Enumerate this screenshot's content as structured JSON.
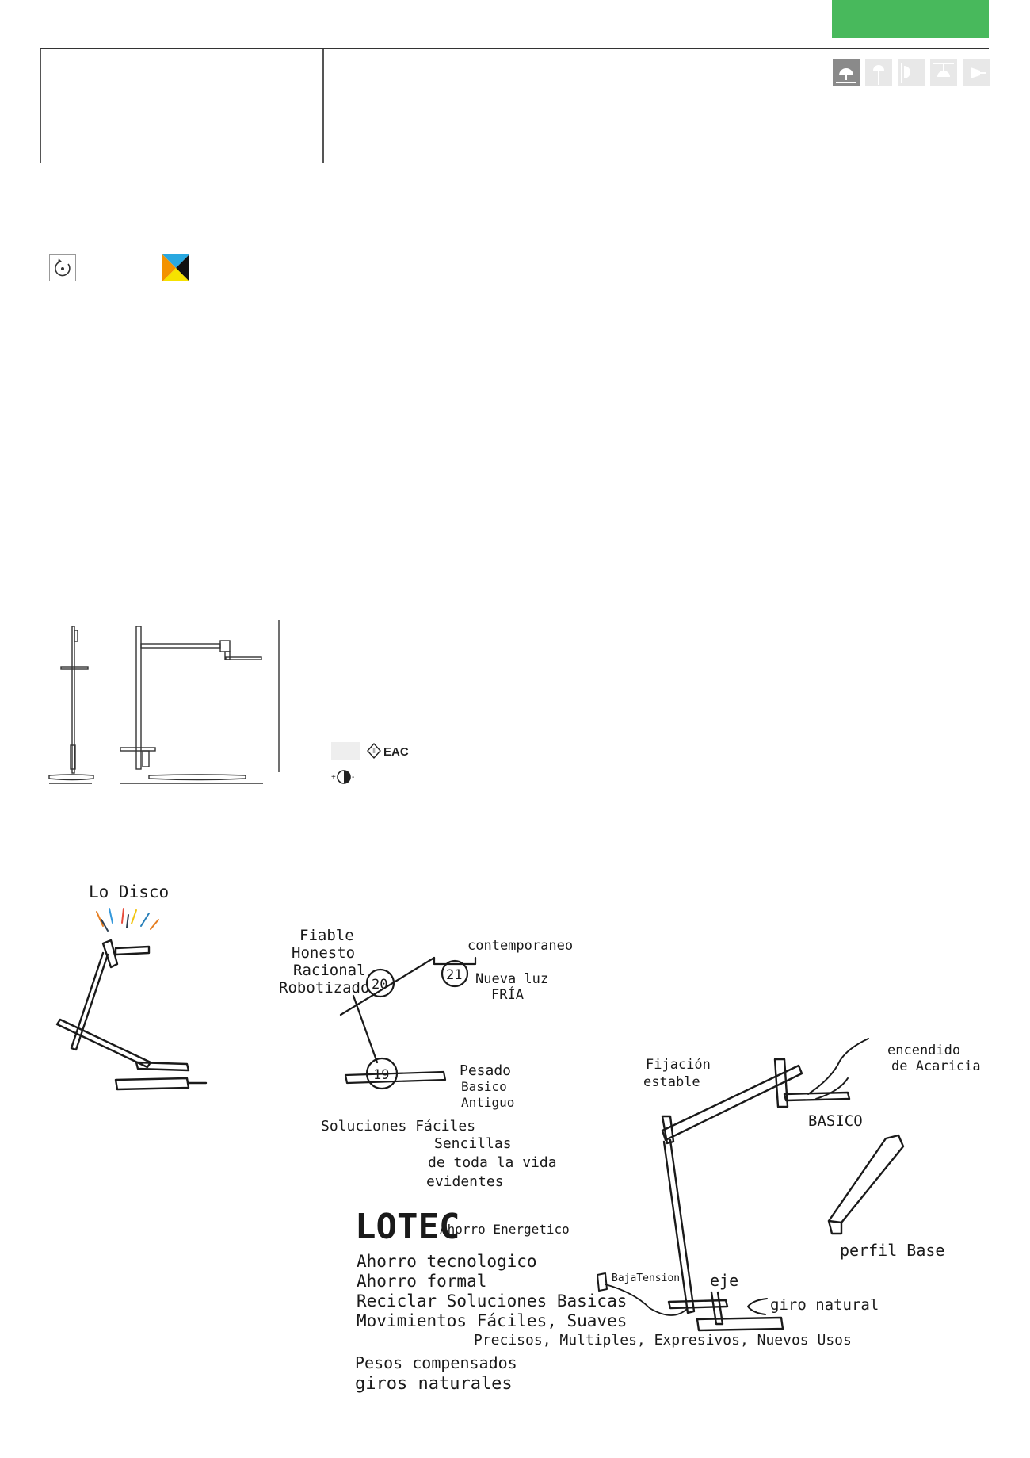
{
  "header": {
    "accent_color": "#48b95c",
    "pictograms": [
      "table-lamp-icon",
      "floor-lamp-icon",
      "wall-lamp-icon",
      "ceiling-lamp-icon",
      "spot-lamp-icon"
    ]
  },
  "features": {
    "rotate_icon": "rotate-icon",
    "color_icon": "color-temperature-icon"
  },
  "certifications": {
    "class": "III",
    "mark": "EAC"
  },
  "sketch": {
    "lodisco": "Lo Disco",
    "words_left": [
      "Fiable",
      "Honesto",
      "Racional",
      "Robotizado"
    ],
    "n20": "20",
    "n21": "21",
    "n19": "19",
    "contemporaneo": "contemporaneo",
    "nueva_luz": "Nueva luz",
    "fria": "FRÍA",
    "pesado": "Pesado",
    "basico_small": "Basico",
    "antiguo": "Antiguo",
    "soluciones": "Soluciones Fáciles",
    "sencillas": "Sencillas",
    "de_toda": "de toda la vida",
    "evidentes": "evidentes",
    "lotec": "LOTEC",
    "ahorro_energetico": "Ahorro Energetico",
    "lotec_lines": [
      "Ahorro tecnologico",
      "Ahorro formal",
      "Reciclar Soluciones Basicas",
      "Movimientos Fáciles, Suaves",
      "Precisos, Multiples, Expresivos, Nuevos Usos",
      "Pesos compensados",
      "giros naturales"
    ],
    "fijacion": "Fijación",
    "estable": "estable",
    "encendido": "encendido",
    "de_acaricia": "de Acaricia",
    "basico_big": "BASICO",
    "perfil_base": "perfil Base",
    "baja_tension": "BajaTension",
    "eje": "eje",
    "giro_natural": "giro natural"
  }
}
